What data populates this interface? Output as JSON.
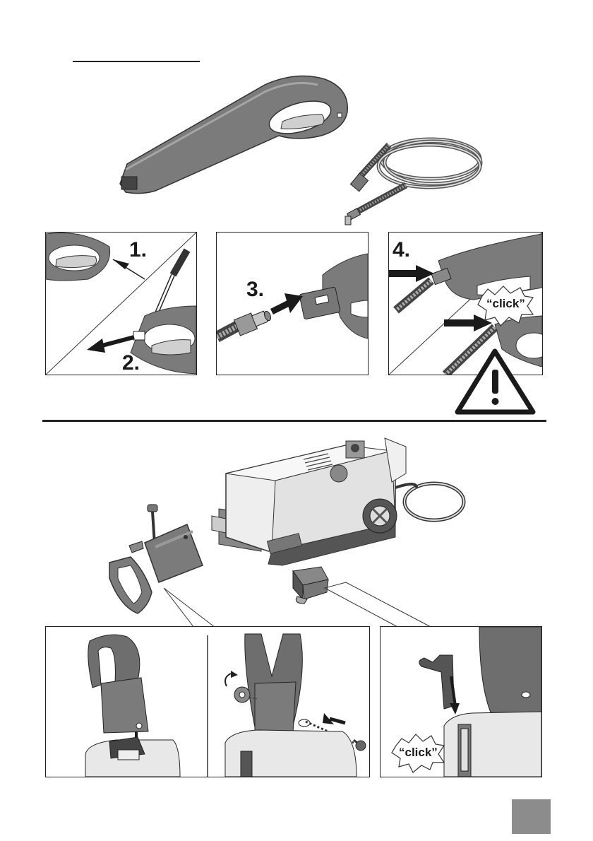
{
  "steps": {
    "s1": "1.",
    "s2": "2.",
    "s3": "3.",
    "s4": "4."
  },
  "callouts": {
    "click_top": "“click”",
    "click_bottom": "“click”"
  },
  "colors": {
    "ink": "#1a1a1a",
    "gun_grey": "#7b7b7b",
    "gun_dark": "#505050",
    "light_grey": "#d9d9d9",
    "page_box": "#8c8c8c"
  },
  "icons": {
    "warning": "warning-triangle-icon",
    "arrow": "arrow-icon"
  }
}
